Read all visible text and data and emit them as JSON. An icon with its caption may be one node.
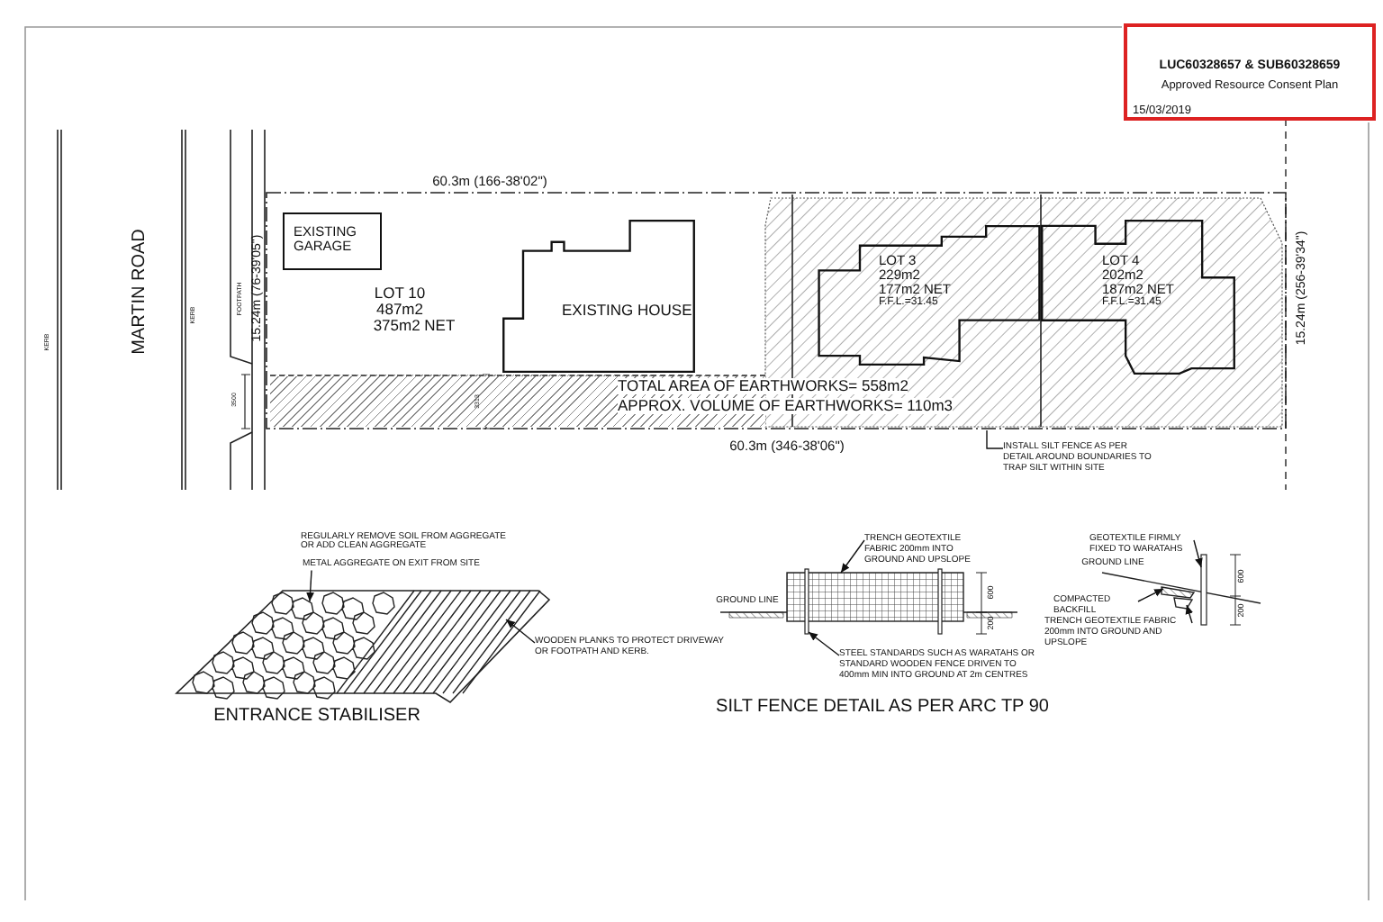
{
  "diagram": {
    "nodes": [
      {
        "text": [
          "EXISTING GARAGE"
        ]
      },
      {
        "text": [
          "EXISTING HOUSE"
        ]
      },
      {
        "text": [
          "LOT 3",
          "229m2",
          "177m2 NET",
          "F.F.L.=31.45"
        ]
      },
      {
        "text": [
          "LOT 4",
          "202m2",
          "187m2 NET",
          "F.F.L.=31.45"
        ]
      },
      {
        "text": [
          "TOTAL AREA OF EARTHWORKS= 558m2",
          "APPROX. VOLUME OF EARTHWORKS= 110m3"
        ]
      },
      {
        "text": [
          "INSTALL SILT FENCE AS PER DETAIL AROUND BOUNDARIES TO TRAP SILT WITHIN SITE"
        ]
      },
      {
        "text": [
          "METAL AGGREGATE ON EXIT FROM SITE"
        ]
      },
      {
        "text": [
          "WOODEN PLANKS TO PROTECT DRIVEWAY OR FOOTPATH AND KERB."
        ]
      },
      {
        "text": [
          "TRENCH GEOTEXTILE FABRIC 200mm INTO GROUND AND UPSLOPE"
        ]
      },
      {
        "text": [
          "STEEL STANDARDS SUCH AS WARATAHS OR STANDARD WOODEN FENCE DRIVEN TO 400mm MIN INTO GROUND AT 2m CENTRES"
        ]
      },
      {
        "text": [
          "GEOTEXTILE FIRMLY FIXED TO WARATAHS"
        ]
      },
      {
        "text": [
          "COMPACTED BACKFILL"
        ]
      },
      {
        "text": [
          "TRENCH GEOTEXTILE FABRIC 200mm INTO GROUND AND UPSLOPE"
        ]
      },
      {
        "text": [],
        "shape": "picture"
      },
      {
        "text": [],
        "shape": "picture"
      },
      {
        "text": [],
        "shape": "box"
      },
      {
        "text": [],
        "shape": "bar"
      },
      {
        "text": [],
        "shape": "bar"
      },
      {
        "text": [],
        "shape": "bar"
      },
      {
        "text": [],
        "shape": "picture"
      },
      {
        "text": [],
        "shape": "picture"
      }
    ],
    "edges": [
      {
        "from": 5,
        "to": null,
        "arrow": "none"
      },
      {
        "from": 6,
        "to": 13,
        "arrow": "to"
      },
      {
        "from": 7,
        "to": 14,
        "arrow": "to"
      },
      {
        "from": 8,
        "to": 15,
        "arrow": "to"
      },
      {
        "from": 9,
        "to": 16,
        "arrow": "to"
      },
      {
        "from": 10,
        "to": 18,
        "arrow": "to"
      },
      {
        "from": 11,
        "to": 19,
        "arrow": "to"
      },
      {
        "from": 12,
        "to": 20,
        "arrow": "to"
      }
    ],
    "labels": [
      "LUC60328657 & SUB60328659",
      "Approved Resource Consent Plan",
      "15/03/2019",
      "60.3m (166-38'02\")",
      "MARTIN ROAD",
      "KERB",
      "KERB",
      "FOOTPATH",
      "15.24m (76-39'05\")",
      "LOT 10",
      "487m2",
      "375m2 NET",
      "15.24m (256-39'34\")",
      "3500",
      "3313",
      "60.3m (346-38'06\")",
      "REGULARLY REMOVE SOIL FROM AGGREGATE OR ADD CLEAN AGGREGATE",
      "GROUND LINE",
      "600",
      "200",
      "GROUND LINE",
      "600",
      "200",
      "ENTRANCE STABILISER",
      "SILT FENCE DETAIL AS PER ARC TP 90"
    ]
  }
}
